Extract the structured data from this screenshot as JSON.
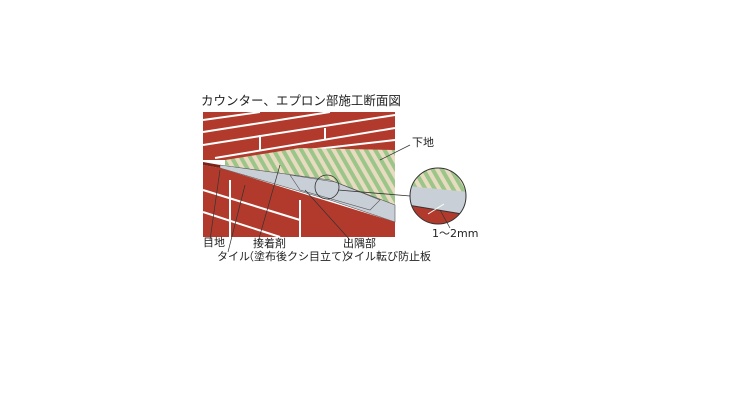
{
  "title": "カウンター、エプロン部施工断面図",
  "labels": {
    "base": "下地",
    "gap": "1～2mm",
    "joint": "目地",
    "tile": "タイル",
    "adhesive": "接着剤",
    "adhesive_note": "（塗布後クシ目立て）",
    "corner": "出隅部",
    "plate": "タイル転び防止板"
  },
  "colors": {
    "tile": "#b23a2c",
    "tile_dark": "#7a2418",
    "joint": "#ffffff",
    "adhesive_green": "#9cc58a",
    "adhesive_beige": "#e8dcc0",
    "plate": "#c9cfd6"
  }
}
